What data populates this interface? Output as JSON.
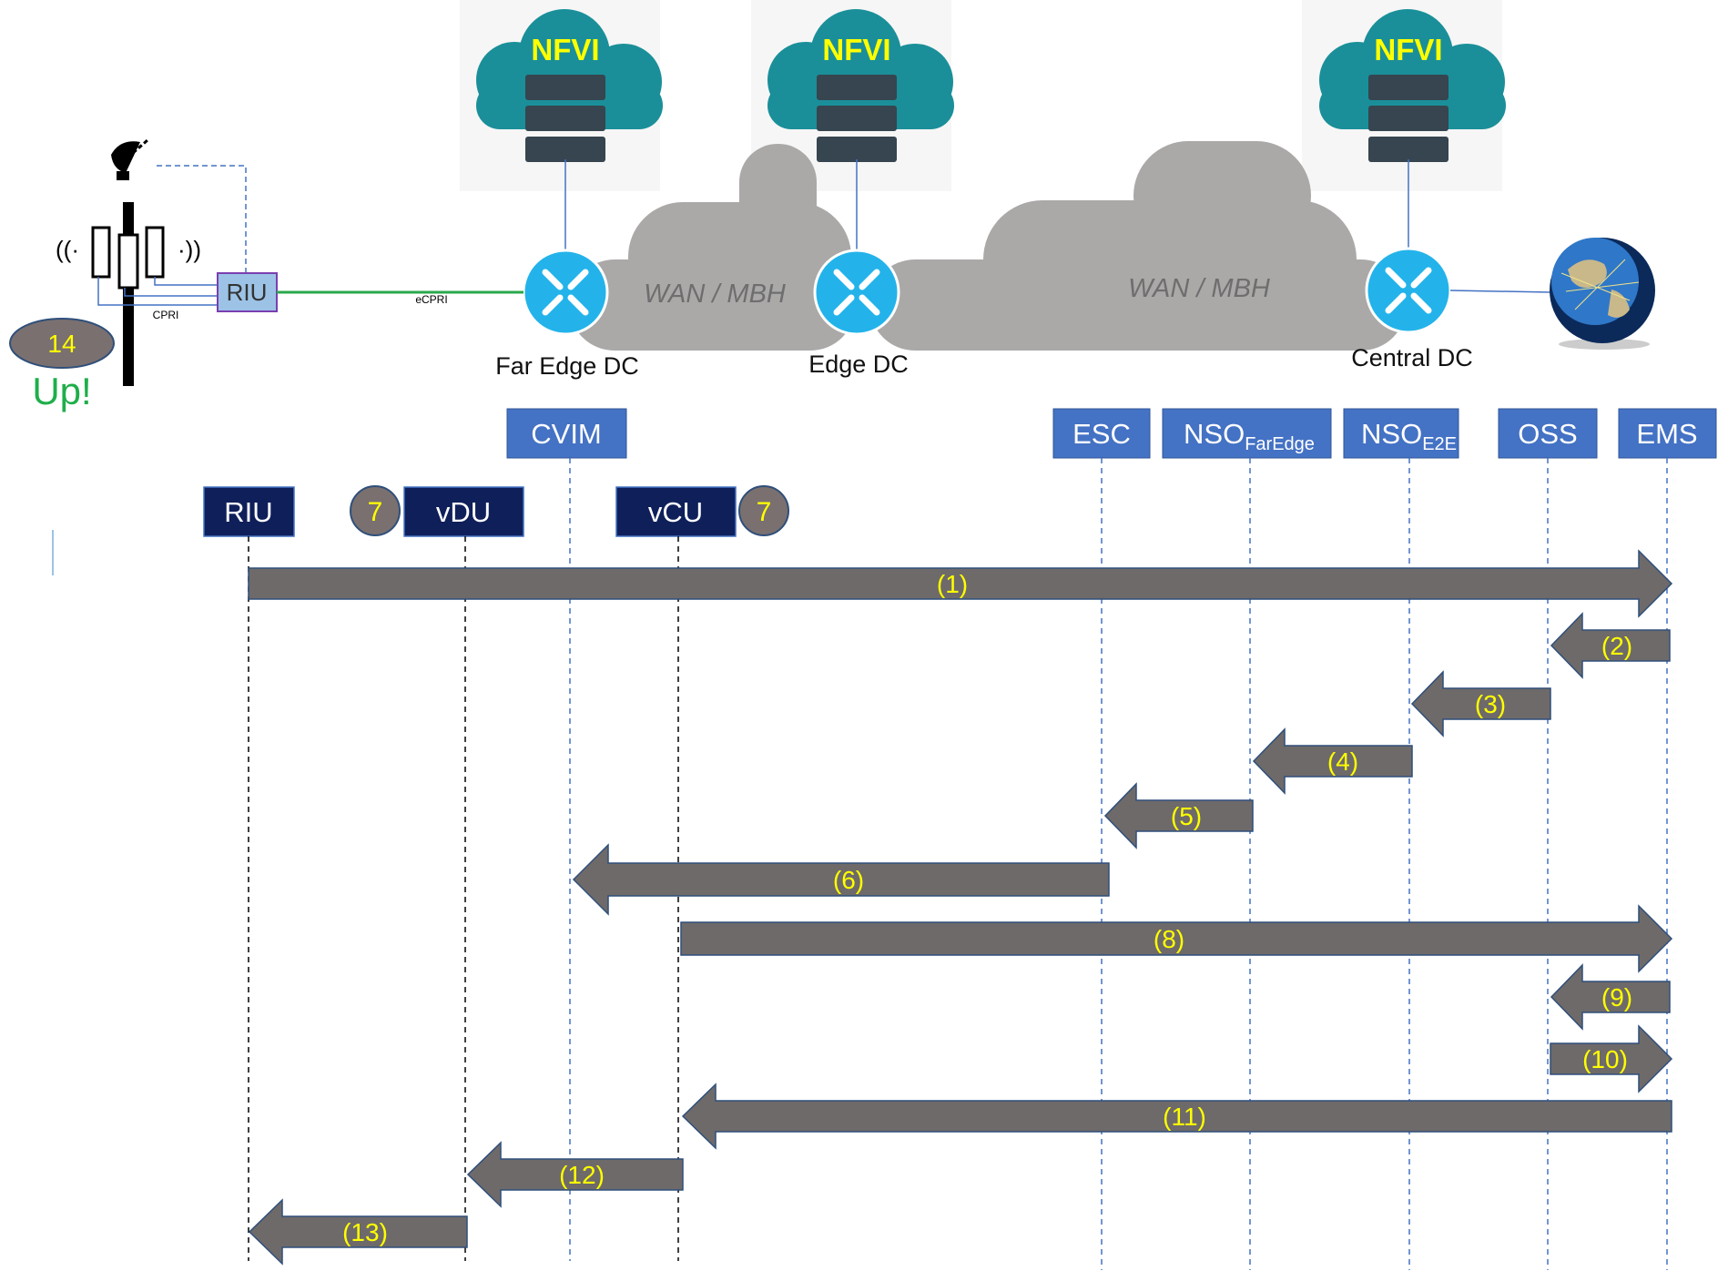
{
  "colors": {
    "cloud_teal": "#1a8f99",
    "server_dark": "#36454f",
    "nfvi_text": "#ffff00",
    "wan_cloud": "#aba8a8",
    "router_blue": "#23b3ea",
    "component_blue": "#4472c4",
    "node_navy": "#0f1f5a",
    "arrow_gray": "#6e6a6a",
    "arrow_label": "#ffff00",
    "badge_fill": "#7a7070",
    "up_green": "#1fae4a",
    "ecpri_green": "#2aa84a",
    "lifeline_blue": "#4472c4"
  },
  "top": {
    "nfvi_clouds": [
      {
        "label": "NFVI",
        "icon": "server-stack-icon"
      },
      {
        "label": "NFVI",
        "icon": "server-stack-icon"
      },
      {
        "label": "NFVI",
        "icon": "server-stack-icon"
      }
    ],
    "wan_clouds": [
      "WAN / MBH",
      "WAN / MBH"
    ],
    "datacenters": [
      "Far Edge DC",
      "Edge DC",
      "Central DC"
    ],
    "riu_label": "RIU",
    "cpri_label": "CPRI",
    "ecpri_label": "eCPRI",
    "badge_value": "14",
    "status_label": "Up!",
    "icons": [
      "satellite-dish-icon",
      "cell-tower-icon",
      "router-icon",
      "globe-icon"
    ]
  },
  "components": {
    "cvim": "CVIM",
    "esc": "ESC",
    "nso_faredge_main": "NSO",
    "nso_faredge_sub": "FarEdge",
    "nso_e2e_main": "NSO",
    "nso_e2e_sub": "E2E",
    "oss": "OSS",
    "ems": "EMS"
  },
  "nodes": {
    "riu": "RIU",
    "vdu": "vDU",
    "vcu": "vCU",
    "vdu_badge": "7",
    "vcu_badge": "7"
  },
  "steps": [
    {
      "label": "(1)",
      "from": "RIU",
      "to": "EMS"
    },
    {
      "label": "(2)",
      "from": "EMS",
      "to": "OSS"
    },
    {
      "label": "(3)",
      "from": "OSS",
      "to": "NSO E2E"
    },
    {
      "label": "(4)",
      "from": "NSO E2E",
      "to": "NSO FarEdge"
    },
    {
      "label": "(5)",
      "from": "NSO FarEdge",
      "to": "ESC"
    },
    {
      "label": "(6)",
      "from": "ESC",
      "to": "CVIM"
    },
    {
      "label": "(8)",
      "from": "vCU",
      "to": "EMS"
    },
    {
      "label": "(9)",
      "from": "EMS",
      "to": "OSS"
    },
    {
      "label": "(10)",
      "from": "OSS",
      "to": "EMS"
    },
    {
      "label": "(11)",
      "from": "EMS",
      "to": "vCU"
    },
    {
      "label": "(12)",
      "from": "vCU",
      "to": "vDU"
    },
    {
      "label": "(13)",
      "from": "vDU",
      "to": "RIU"
    }
  ]
}
